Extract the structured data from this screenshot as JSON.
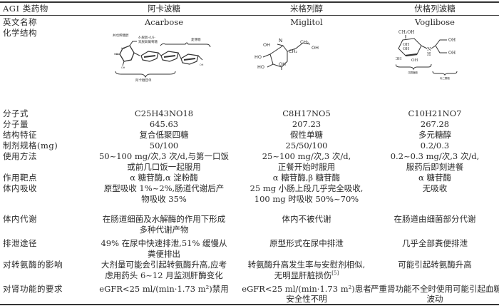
{
  "table": {
    "header": {
      "label": "AGI 类药物",
      "drugs": [
        "阿卡波糖",
        "米格列醇",
        "伏格列波糖"
      ]
    },
    "rows": [
      {
        "label": "英文名称",
        "values": [
          "Acarbose",
          "Miglitol",
          "Voglibose"
        ]
      },
      {
        "label": "化学结构",
        "values": [
          "[structure-image]",
          "[structure-image]",
          "[structure-image]"
        ]
      },
      {
        "label": "分子式",
        "values": [
          "C25H43NO18",
          "C8H17NO5",
          "C10H21NO7"
        ]
      },
      {
        "label": "分子量",
        "values": [
          "645.63",
          "207.23",
          "267.28"
        ]
      },
      {
        "label": "结构特征",
        "values": [
          "复合低聚四糖",
          "假性单糖",
          "多元糖醇"
        ]
      },
      {
        "label": "制剂规格(mg)",
        "values": [
          "50/100",
          "25/50/100",
          "0.2/0.3"
        ]
      },
      {
        "label": "使用方法",
        "values": [
          [
            "50~100 mg/次,3 次/d,与第一口饭",
            "或前几口饭一起服用"
          ],
          [
            "25~100 mg/次,3 次/d,",
            "正餐开始时服用"
          ],
          [
            "0.2~0.3 mg/次,3 次/d,",
            "服药后即刻进餐"
          ]
        ]
      },
      {
        "label": "作用靶点",
        "values": [
          "α 糖苷酶,α 淀粉酶",
          "α 糖苷酶,β 糖苷酶",
          "α 糖苷酶"
        ]
      },
      {
        "label": "体内吸收",
        "values": [
          [
            "原型吸收 1%~2%,肠道代谢后产",
            "物吸收 35%"
          ],
          [
            "25 mg 小肠上段几乎完全吸收,",
            "100 mg 时吸收 50%~70%"
          ],
          [
            "无吸收"
          ]
        ]
      },
      {
        "label": "体内代谢",
        "values": [
          [
            "在肠道细菌及水解酶的作用下形成",
            "多种代谢产物"
          ],
          [
            "体内不被代谢"
          ],
          [
            "在肠道由细菌部分代谢"
          ]
        ]
      },
      {
        "label": "排泄途径",
        "values": [
          [
            "49% 在尿中快速排泄,51% 缓慢从",
            "粪便排出"
          ],
          [
            "原型形式在尿中排泄"
          ],
          [
            "几乎全部粪便排泄"
          ]
        ]
      },
      {
        "label": "对转氨酶的影响",
        "values": [
          [
            "大剂量可能会引起转氨酶升高,应考",
            "虑用药头 6~12 月监测肝酶变化"
          ],
          [
            "转氨酶升高发生率与安慰剂相似,",
            "无明显肝脏损伤"
          ],
          [
            "可能引起转氨酶升高"
          ]
        ],
        "citation": "[5]"
      },
      {
        "label": "对肾功能的要求",
        "values": [
          [
            "eGFR<25 ml/(min·1.73 m²)禁用"
          ],
          [
            "eGFR<25 ml/(min·1.73 m²)患者",
            "安全性不明"
          ],
          [
            "严重肾功能不全时使用可能引起血糖",
            "波动"
          ]
        ]
      }
    ],
    "structure_labels": {
      "acarbose": [
        "并戊烯糖醇",
        "4-脱氧-4,6-双脱氧葡萄糖",
        "麦芽糖",
        "阿卡糖苷单"
      ],
      "miglitol": [
        "OH",
        "N",
        "CH2",
        "CH2",
        "OH",
        "HO",
        "HO",
        "OH"
      ],
      "voglibose": [
        "CH2OH",
        "OH",
        "OH",
        "OH",
        "OH",
        "N",
        "H",
        "OH",
        "OH",
        "戊酮糖胺",
        "丙二醇胺"
      ]
    }
  }
}
